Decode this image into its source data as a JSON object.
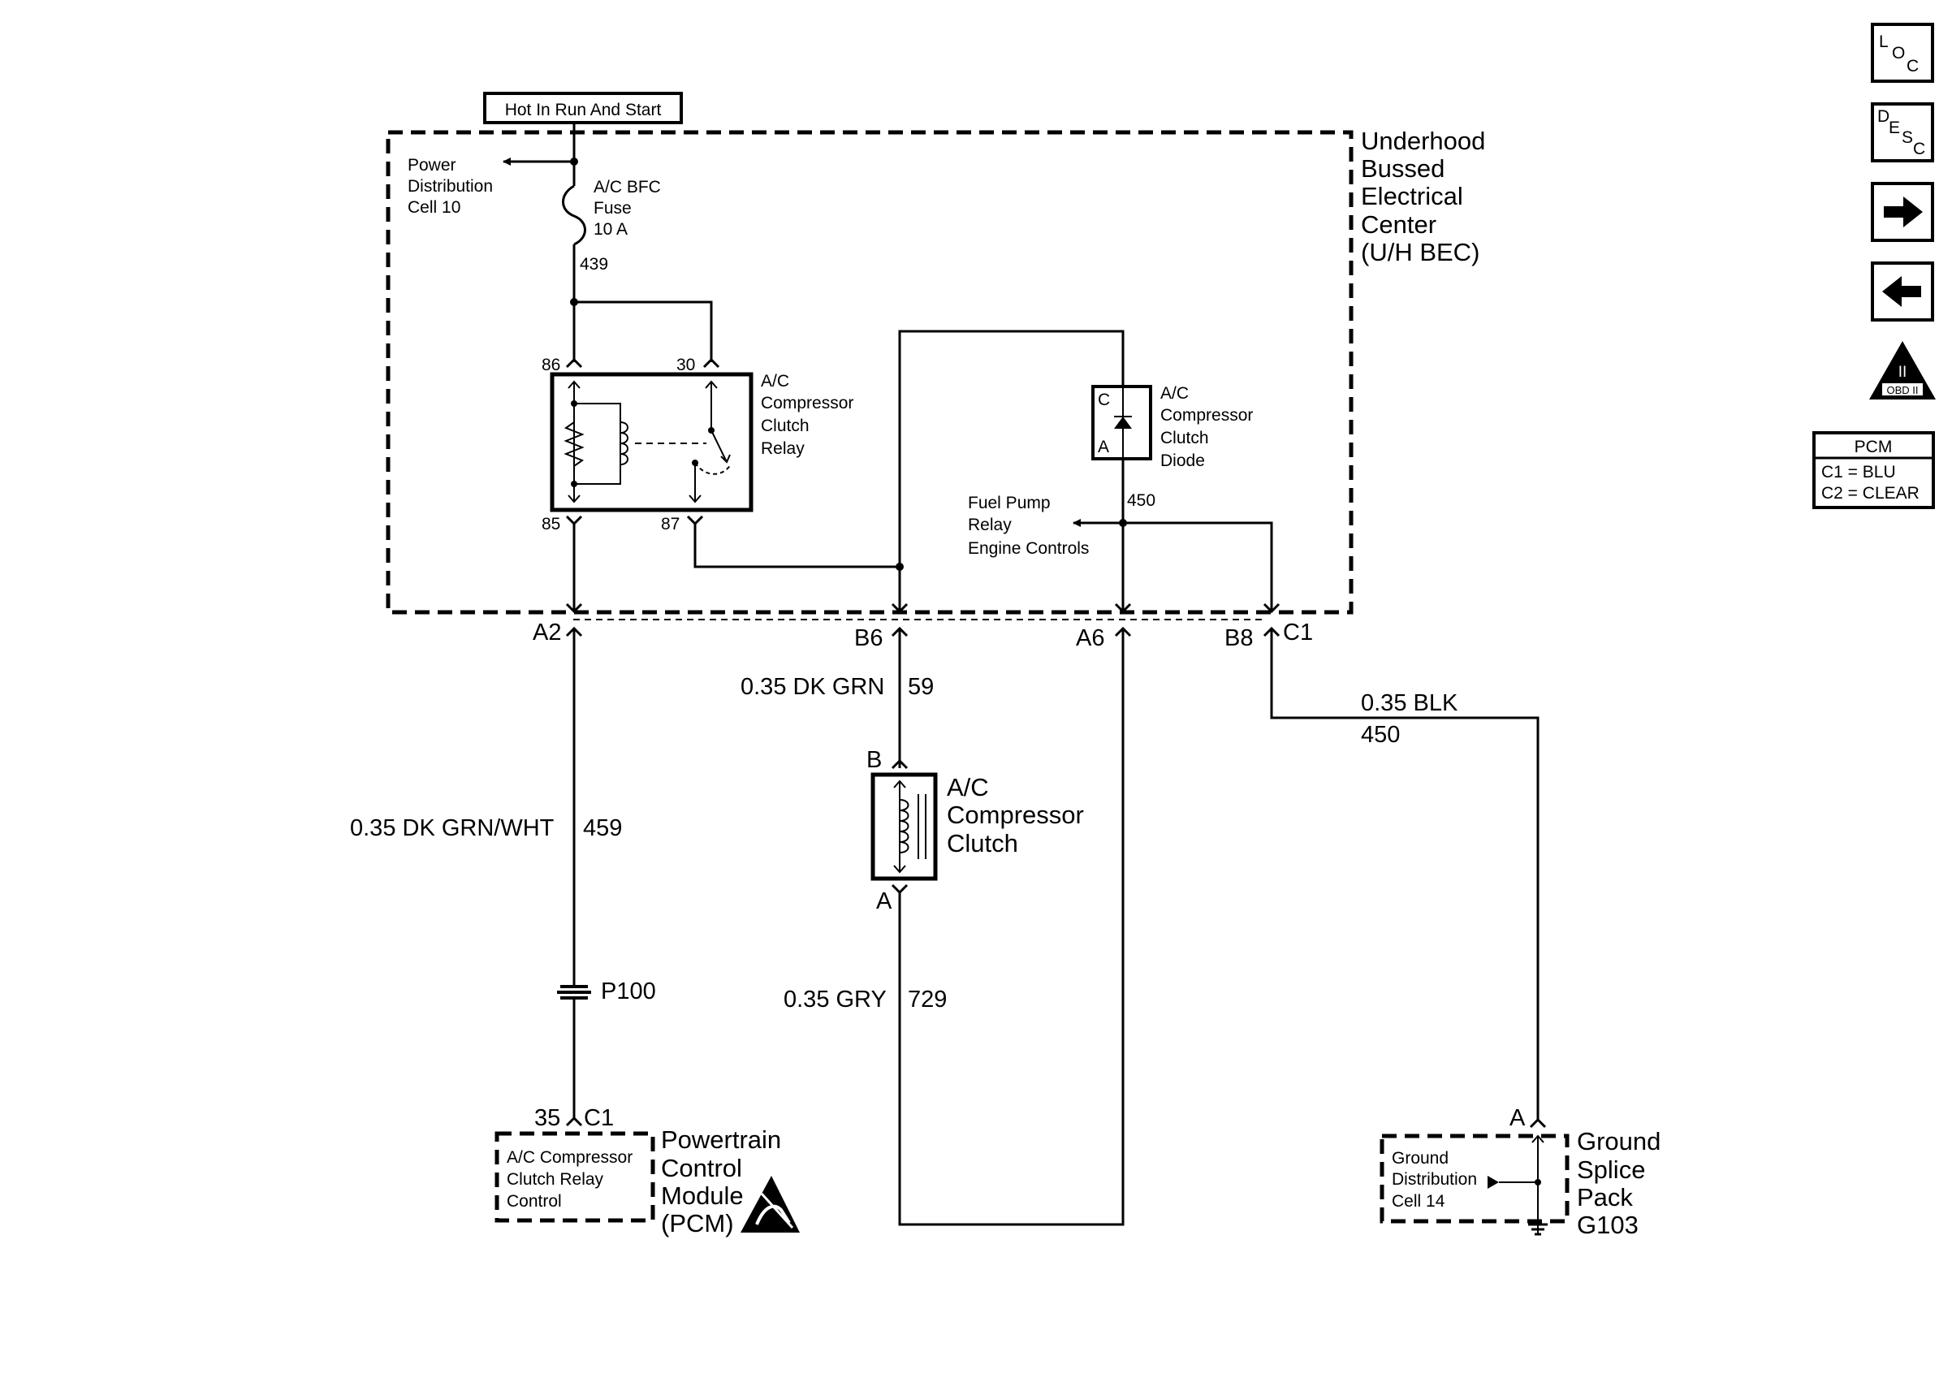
{
  "hot_in_run_label": "Hot In Run And Start",
  "uh_bec": {
    "lines": [
      "Underhood",
      "Bussed",
      "Electrical",
      "Center",
      "(U/H BEC)"
    ]
  },
  "power_distribution": {
    "lines": [
      "Power",
      "Distribution",
      "Cell 10"
    ]
  },
  "fuse": {
    "lines": [
      "A/C BFC",
      "Fuse",
      "10 A"
    ]
  },
  "circuit_439": "439",
  "relay": {
    "lines": [
      "A/C",
      "Compressor",
      "Clutch",
      "Relay"
    ],
    "pins": {
      "p86": "86",
      "p30": "30",
      "p85": "85",
      "p87": "87"
    }
  },
  "diode": {
    "lines": [
      "A/C",
      "Compressor",
      "Clutch",
      "Diode"
    ],
    "pin_c": "C",
    "pin_a": "A"
  },
  "circuit_450_internal": "450",
  "fuel_pump": {
    "lines": [
      "Fuel Pump",
      "Relay",
      "Engine Controls"
    ]
  },
  "connector_pins": {
    "a2": "A2",
    "b6": "B6",
    "a6": "A6",
    "b8": "B8",
    "c1": "C1"
  },
  "wire_459": {
    "color": "0.35 DK GRN/WHT",
    "circuit": "459"
  },
  "wire_59": {
    "color": "0.35 DK GRN",
    "circuit": "59"
  },
  "wire_729": {
    "color": "0.35 GRY",
    "circuit": "729"
  },
  "wire_450": {
    "color": "0.35 BLK",
    "circuit": "450"
  },
  "clutch": {
    "lines": [
      "A/C",
      "Compressor",
      "Clutch"
    ],
    "pin_b": "B",
    "pin_a": "A"
  },
  "p100_label": "P100",
  "pcm_connector": {
    "pin": "35",
    "conn": "C1"
  },
  "pcm_internal": {
    "lines": [
      "A/C Compressor",
      "Clutch Relay",
      "Control"
    ]
  },
  "pcm_label": {
    "lines": [
      "Powertrain",
      "Control",
      "Module",
      "(PCM)"
    ]
  },
  "ground_pin": "A",
  "ground_internal": {
    "lines": [
      "Ground",
      "Distribution",
      "Cell 14"
    ]
  },
  "ground_label": {
    "lines": [
      "Ground",
      "Splice",
      "Pack",
      "G103"
    ]
  },
  "side_buttons": {
    "loc": [
      "L",
      "O",
      "C"
    ],
    "desc": [
      "D",
      "E",
      "S",
      "C"
    ],
    "obd": {
      "roman": "II",
      "text": "OBD II"
    }
  },
  "pcm_legend": {
    "title": "PCM",
    "c1": "C1 = BLU",
    "c2": "C2 = CLEAR"
  }
}
